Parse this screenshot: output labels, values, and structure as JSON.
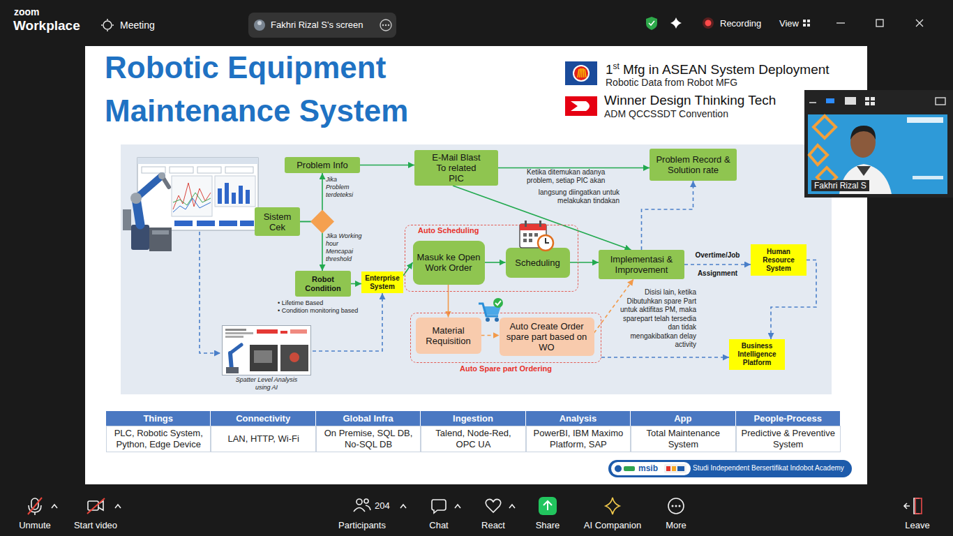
{
  "diagram": {
    "title": "Robotic Equipment Maintenance System",
    "nodes": [
      {
        "text": [
          "Problem Info"
        ]
      },
      {
        "text": [
          "E-Mail Blast To related PIC"
        ]
      },
      {
        "text": [
          "Problem Record & Solution rate"
        ]
      },
      {
        "text": [
          "Sistem Cek"
        ]
      },
      {
        "text": [
          "Robot Condition"
        ]
      },
      {
        "text": [
          "Enterprise System"
        ]
      },
      {
        "text": [
          "Auto Scheduling"
        ]
      },
      {
        "text": [
          "Masuk ke Open Work Order"
        ],
        "in": 6
      },
      {
        "text": [
          "Scheduling"
        ],
        "in": 6
      },
      {
        "text": [
          "Implementasi & Improvement"
        ]
      },
      {
        "text": [
          "Human Resource System"
        ]
      },
      {
        "text": [
          "Auto Spare part Ordering"
        ]
      },
      {
        "text": [
          "Material Requisition"
        ],
        "in": 11
      },
      {
        "text": [
          "Auto Create Order spare part based on WO"
        ],
        "in": 11
      },
      {
        "text": [
          "Business Intelligence Platform"
        ]
      },
      {
        "text": [
          "Spatter Level Analysis using AI"
        ]
      }
    ],
    "edges": [
      {
        "from": 3,
        "to": 0,
        "arrow": "to",
        "label": "Jika Problem terdeteksi"
      },
      {
        "from": 3,
        "to": 4,
        "arrow": "to",
        "label": "Jika Working hour Mencapai threshold"
      },
      {
        "from": 0,
        "to": 1,
        "arrow": "to"
      },
      {
        "from": 1,
        "to": 2,
        "arrow": "to"
      },
      {
        "from": 1,
        "to": 9,
        "arrow": "to"
      },
      {
        "from": 4,
        "to": 5,
        "arrow": "to"
      },
      {
        "from": 5,
        "to": 7,
        "arrow": "to"
      },
      {
        "from": 7,
        "to": 8,
        "arrow": "to"
      },
      {
        "from": 8,
        "to": 9,
        "arrow": "to"
      },
      {
        "from": 7,
        "to": 12,
        "arrow": "to"
      },
      {
        "from": 12,
        "to": 13,
        "arrow": "to"
      },
      {
        "from": 13,
        "to": 9,
        "arrow": "to"
      },
      {
        "from": 9,
        "to": 2,
        "arrow": "to"
      },
      {
        "from": 9,
        "to": 10,
        "arrow": "to",
        "label": "Overtime/Job Assignment"
      },
      {
        "from": 10,
        "to": 14,
        "arrow": "to"
      },
      {
        "from": 11,
        "to": 14,
        "arrow": "to"
      },
      {
        "from": 15,
        "to": 5,
        "arrow": "to"
      }
    ],
    "labels": [
      "zoom",
      "Workplace",
      "Meeting",
      "Fakhri Rizal S's screen",
      "Recording",
      "View",
      "1",
      "st",
      "Mfg in ASEAN System Deployment",
      "Robotic Data from Robot MFG",
      "Winner Design Thinking Tech",
      "ADM QCCSSDT Convention",
      "Fakhri Rizal S",
      "Ketika ditemukan adanya problem, setiap PIC akan",
      "langsung diingatkan untuk melakukan tindakan",
      "• Lifetime Based",
      "• Condition monitoring based",
      "Disisi lain, ketika Dibutuhkan spare Part untuk aktifitas PM, maka sparepart telah tersedia dan tidak mengakibatkan delay activity",
      "Things",
      "Connectivity",
      "Global Infra",
      "Ingestion",
      "Analysis",
      "App",
      "People-Process",
      "PLC, Robotic System, Python, Edge Device",
      "LAN, HTTP, Wi-Fi",
      "On Premise, SQL DB, No-SQL DB",
      "Talend, Node-Red, OPC UA",
      "PowerBI, IBM Maximo Platform, SAP",
      "Total Maintenance System",
      "Predictive & Preventive System",
      "msib",
      "Studi Independent Bersertifikat Indobot Academy",
      "Unmute",
      "Start video",
      "204",
      "Participants",
      "Chat",
      "React",
      "Share",
      "AI Companion",
      "More",
      "Leave"
    ]
  }
}
